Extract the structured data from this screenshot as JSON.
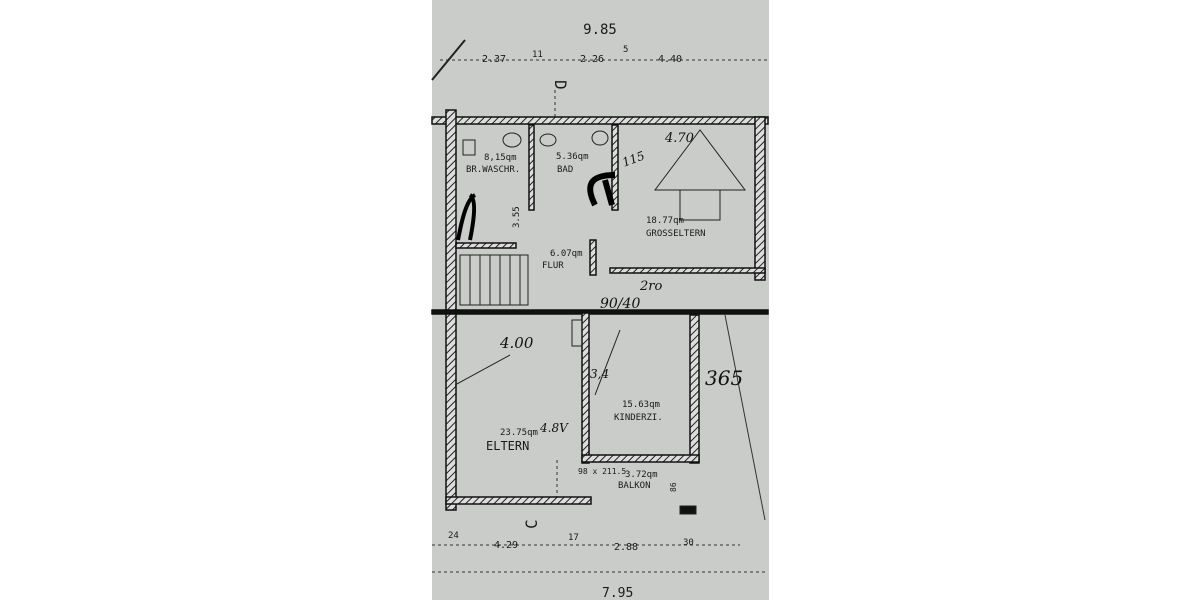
{
  "plan": {
    "overall_dimensions": {
      "top": "9.85",
      "bottom": "7.95"
    },
    "top_dimensions": [
      "2.37",
      "11",
      "2.26",
      "5",
      "4.40"
    ],
    "bottom_dimensions": [
      "24",
      "4.29",
      "17",
      "2.88",
      "30"
    ],
    "section_markers": {
      "top": "D",
      "bottom": "C"
    },
    "rooms": [
      {
        "area": "8,15qm",
        "name": "BR.WASCHR."
      },
      {
        "area": "5.36qm",
        "name": "BAD"
      },
      {
        "area": "18.77qm",
        "name": "GROSSELTERN"
      },
      {
        "area": "6.07qm",
        "name": "FLUR"
      },
      {
        "area": "15.63qm",
        "name": "KINDERZI."
      },
      {
        "area": "23.75qm",
        "name": "ELTERN"
      },
      {
        "area": "3.72qm",
        "name": "BALKON"
      }
    ],
    "side_dimensions": {
      "flur_height": "3.55",
      "balkon_depth": "86"
    },
    "annotations": {
      "grosseltern_width": "4.70",
      "bad_mark": "115",
      "flur_mark": "2ro",
      "hall_mark": "90/40",
      "eltern_width": "4.00",
      "kinderzi_mark": "3,4",
      "eltern_mark": "4.8V",
      "balkon_mark": "98 x 211.5",
      "right_mark": "365"
    },
    "colors": {
      "paper": "#c9ccc8",
      "ink": "#1a1a1a"
    }
  }
}
